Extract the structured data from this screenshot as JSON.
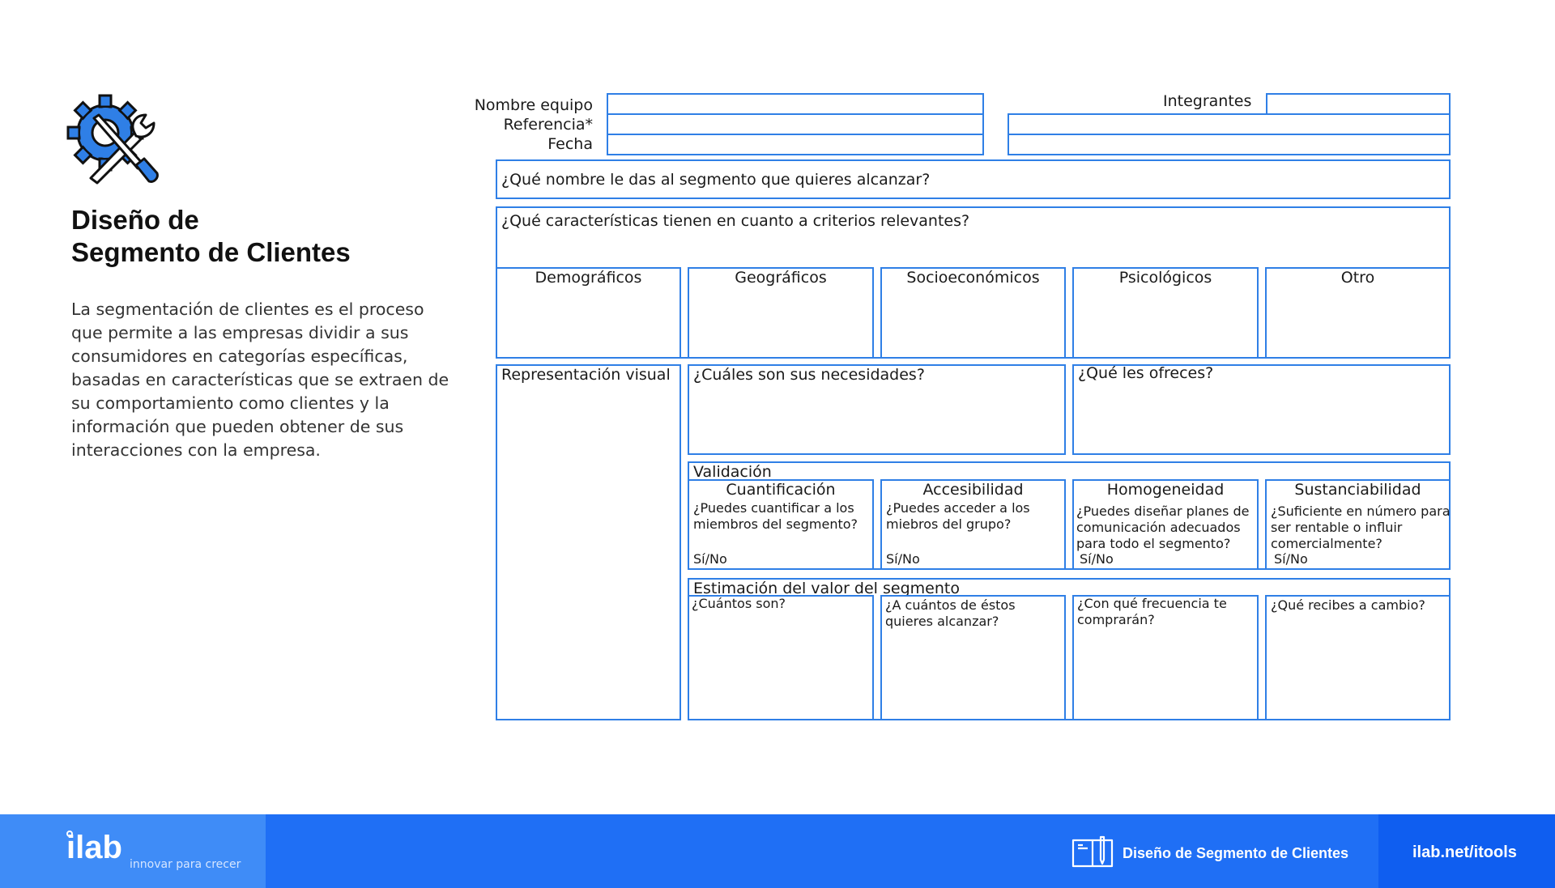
{
  "sidebar": {
    "icon": "gear-wrench-screwdriver-icon",
    "title_line1": "Diseño de",
    "title_line2": "Segmento de Clientes",
    "description": "La segmentación de clientes es el proceso que permite a las empresas dividir a sus consumidores en categorías específicas, basadas en características que se extraen de su comportamiento como clientes y la información que pueden obtener de sus interacciones con la empresa."
  },
  "form": {
    "team_name_label": "Nombre equipo",
    "reference_label": "Referencia*",
    "date_label": "Fecha",
    "members_label": "Integrantes",
    "segment_name_question": "¿Qué nombre le das al segmento que quieres alcanzar?",
    "characteristics_question": "¿Qué características tienen en cuanto a criterios relevantes?",
    "criteria": [
      "Demográficos",
      "Geográficos",
      "Socioeconómicos",
      "Psicológicos",
      "Otro"
    ],
    "visual_representation": "Representación visual",
    "needs_question": "¿Cuáles son sus necesidades?",
    "offer_question": "¿Qué les ofreces?",
    "validation": {
      "title": "Validación",
      "items": [
        {
          "title": "Cuantificación",
          "question": "¿Puedes cuantificar a los miembros del segmento?",
          "answer": "Sí/No"
        },
        {
          "title": "Accesibilidad",
          "question": "¿Puedes acceder a los miebros del grupo?",
          "answer": "Sí/No"
        },
        {
          "title": "Homogeneidad",
          "question": "¿Puedes diseñar planes de comunicación adecuados para todo el segmento?",
          "answer": "Sí/No"
        },
        {
          "title": "Sustanciabilidad",
          "question": "¿Suficiente en número para ser rentable o influir comercialmente?",
          "answer": "Sí/No"
        }
      ]
    },
    "estimation": {
      "title": "Estimación del valor del segmento",
      "questions": [
        "¿Cuántos son?",
        "¿A cuántos de éstos quieres alcanzar?",
        "¿Con qué frecuencia te comprarán?",
        "¿Qué recibes a cambio?"
      ]
    }
  },
  "footer": {
    "logo": "ilab",
    "tagline": "innovar para crecer",
    "tool_icon": "notebook-pen-icon",
    "tool_name": "Diseño de Segmento de Clientes",
    "url": "ilab.net/itools"
  },
  "colors": {
    "accent": "#2f7fe6",
    "footer": "#1f6ff5",
    "footer_left": "#3f8cf7",
    "footer_right": "#0f5ef0"
  }
}
